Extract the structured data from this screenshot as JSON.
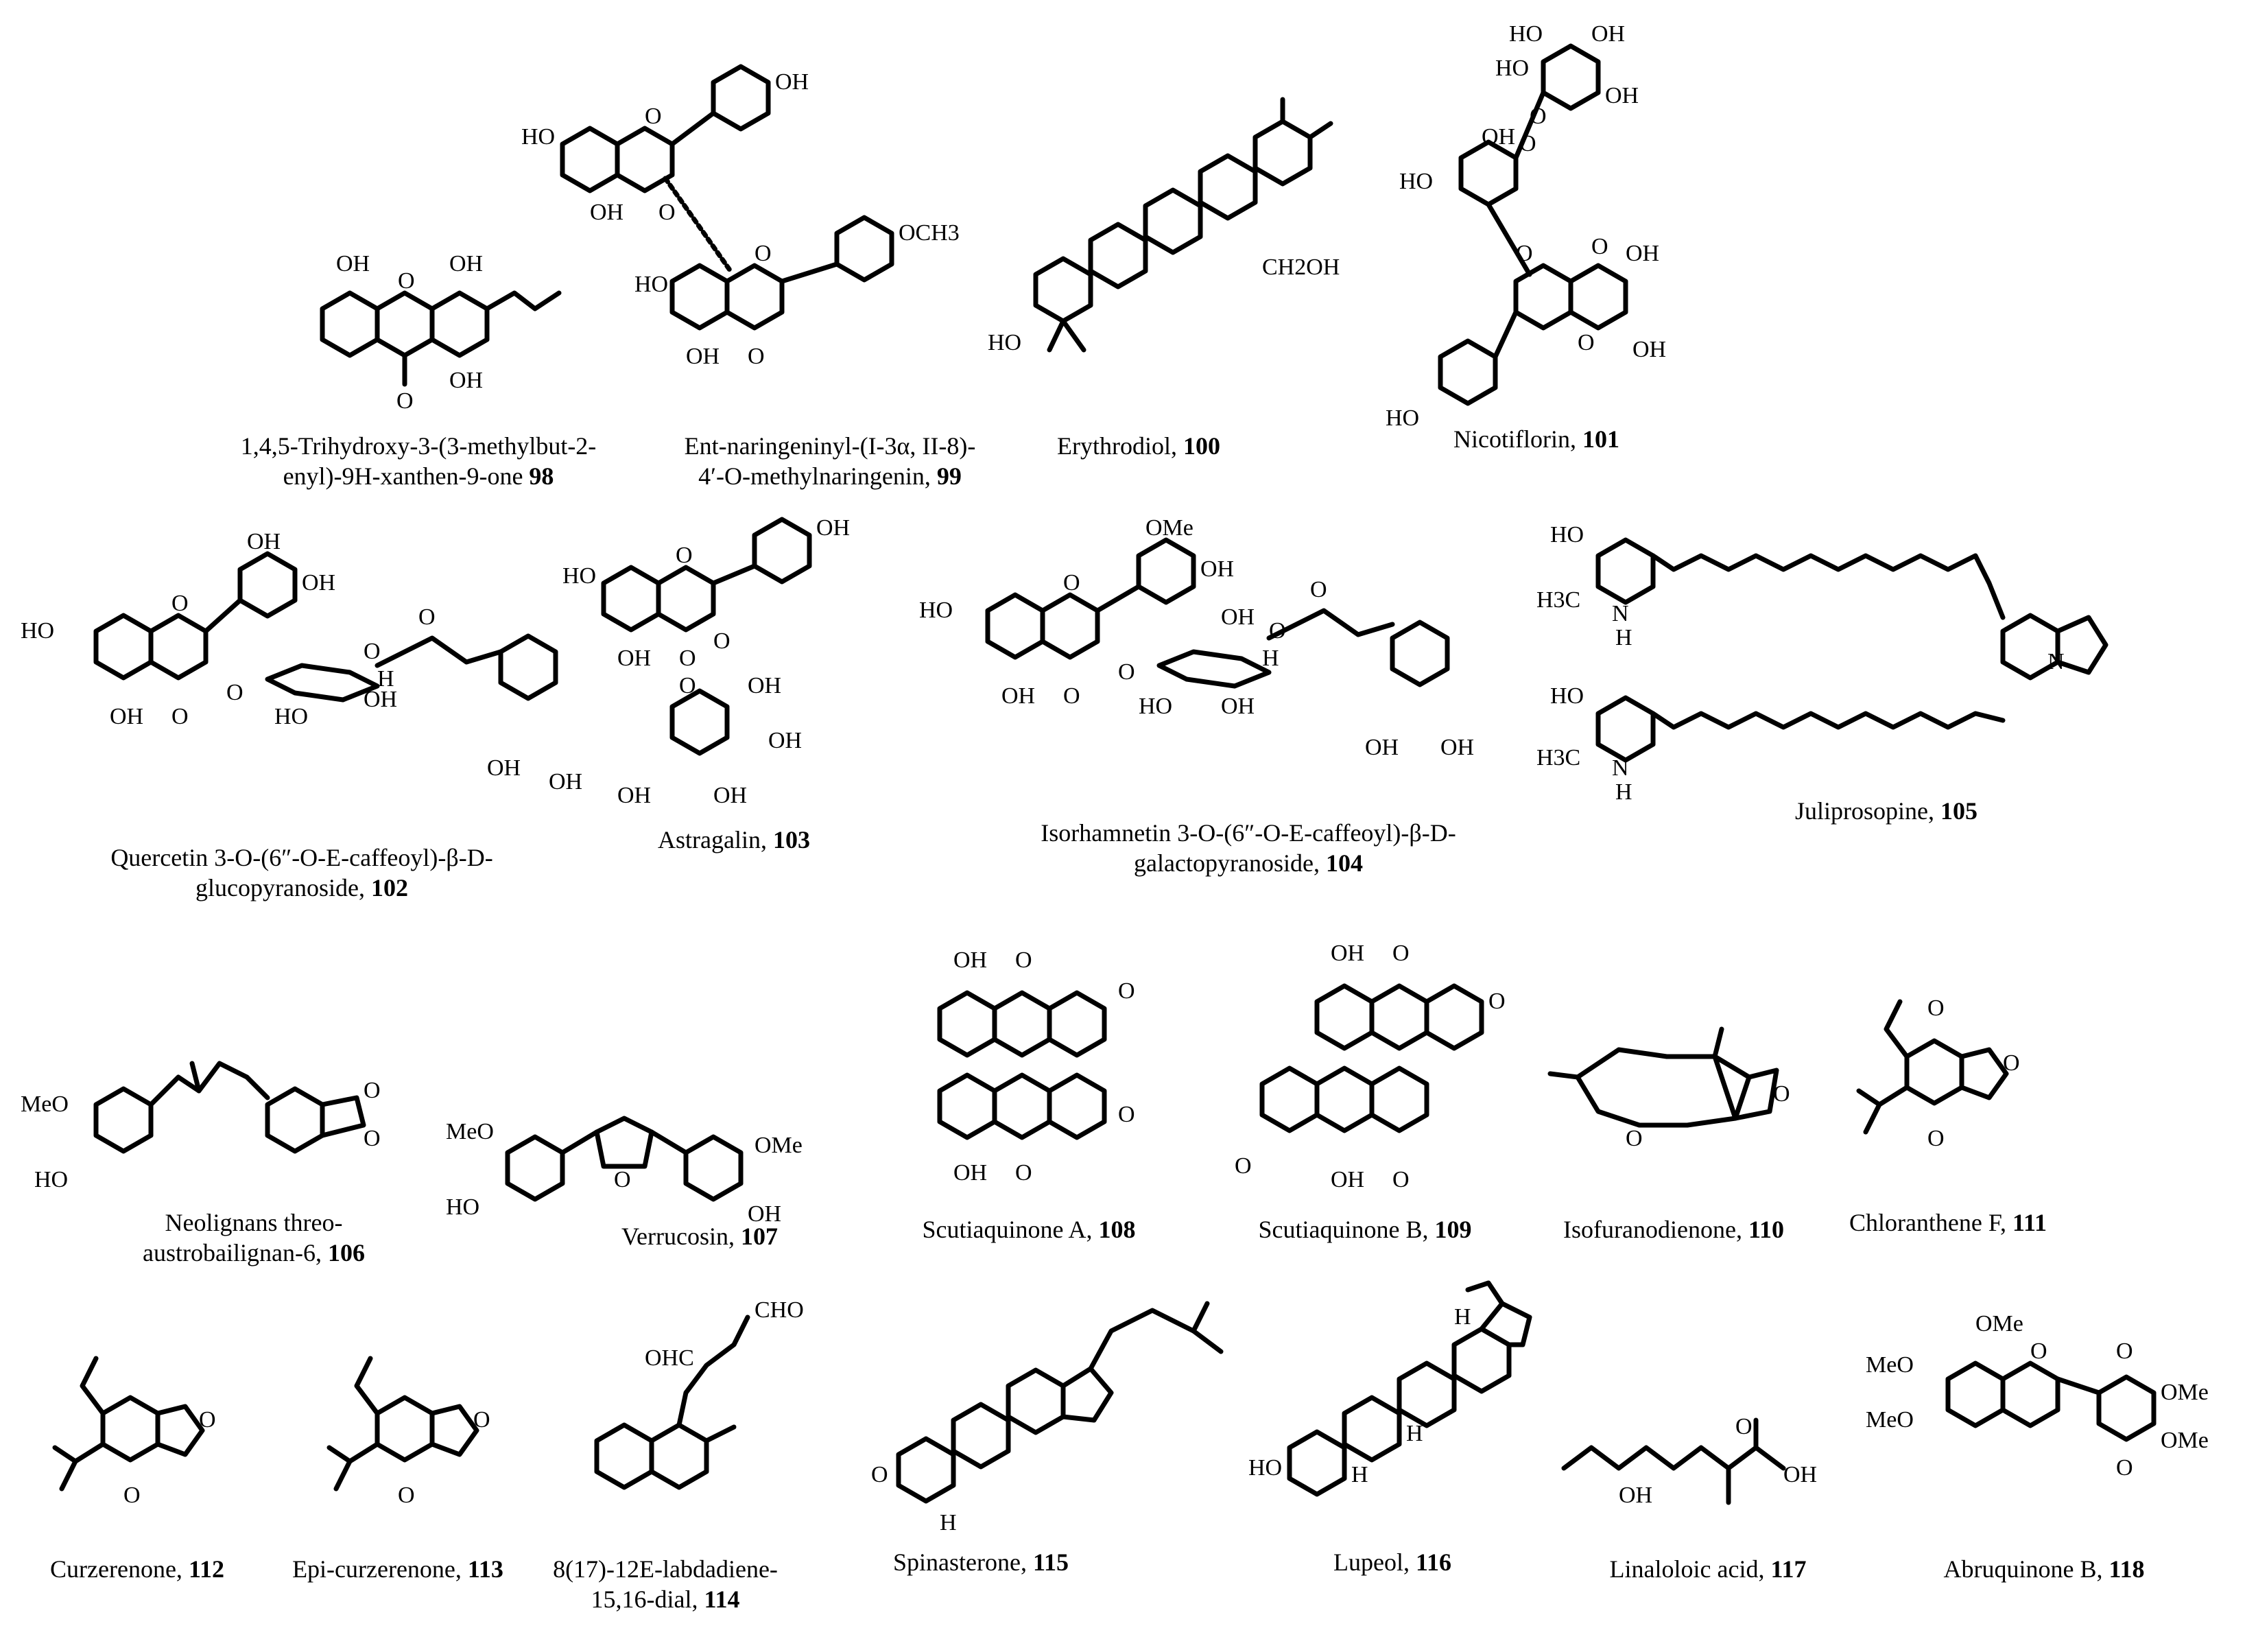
{
  "compounds": [
    {
      "line1": "1,4,5-Trihydroxy-3-(3-methylbut-2-",
      "line2": "enyl)-9H-xanthen-9-one",
      "num": "98",
      "labels": {
        "a": "OH",
        "b": "OH",
        "c": "O",
        "d": "OH",
        "e": "O"
      }
    },
    {
      "line1": "Ent-naringeninyl-(I-3α, II-8)-",
      "line2": "4′-O-methylnaringenin,",
      "num": "99",
      "labels": {
        "a": "HO",
        "b": "O",
        "c": "OH",
        "d": "OH",
        "e": "O",
        "f": "HO",
        "g": "O",
        "h": "OCH3",
        "i": "OH",
        "j": "O"
      }
    },
    {
      "line1": "Erythrodiol,",
      "line2": "",
      "num": "100",
      "labels": {
        "a": "HO",
        "b": "CH2OH"
      }
    },
    {
      "line1": "Nicotiflorin,",
      "line2": "",
      "num": "101",
      "labels": {
        "a": "HO",
        "b": "OH",
        "c": "O",
        "d": "OH",
        "e": "HO",
        "f": "OH",
        "g": "HO",
        "h": "O",
        "i": "O",
        "j": "OH",
        "k": "OH",
        "l": "O",
        "m": "HO",
        "n": "O"
      }
    },
    {
      "line1": "Quercetin 3-O-(6″-O-E-caffeoyl)-β-D-",
      "line2": "glucopyranoside,",
      "num": "102",
      "labels": {
        "a": "HO",
        "b": "OH",
        "c": "OH",
        "d": "O",
        "e": "OH",
        "f": "O",
        "g": "O",
        "h": "HO",
        "i": "OH",
        "j": "O",
        "k": "O",
        "l": "OH",
        "m": "OH",
        "n": "H"
      }
    },
    {
      "line1": "Astragalin,",
      "line2": "",
      "num": "103",
      "labels": {
        "a": "HO",
        "b": "OH",
        "c": "O",
        "d": "OH",
        "e": "O",
        "f": "O",
        "g": "O",
        "h": "OH",
        "i": "OH",
        "j": "OH",
        "k": "OH"
      }
    },
    {
      "line1": "Isorhamnetin 3-O-(6″-O-E-caffeoyl)-β-D-",
      "line2": "galactopyranoside,",
      "num": "104",
      "labels": {
        "a": "HO",
        "b": "OMe",
        "c": "OH",
        "d": "O",
        "e": "OH",
        "f": "O",
        "g": "O",
        "h": "HO",
        "i": "OH",
        "j": "OH",
        "k": "O",
        "l": "O",
        "m": "OH",
        "n": "OH",
        "o": "H"
      }
    },
    {
      "line1": "Juliprosopine,",
      "line2": "",
      "num": "105",
      "labels": {
        "a": "HO",
        "b": "H3C",
        "c": "N",
        "d": "H",
        "e": "HO",
        "f": "H3C",
        "g": "N",
        "h": "H",
        "i": "N"
      }
    },
    {
      "line1": "Neolignans threo-",
      "line2": "austrobailignan-6,",
      "num": "106",
      "labels": {
        "a": "MeO",
        "b": "HO",
        "c": "O",
        "d": "O"
      }
    },
    {
      "line1": "Verrucosin,",
      "line2": "",
      "num": "107",
      "labels": {
        "a": "MeO",
        "b": "HO",
        "c": "O",
        "d": "OMe",
        "e": "OH"
      }
    },
    {
      "line1": "Scutiaquinone A,",
      "line2": "",
      "num": "108",
      "labels": {
        "a": "OH",
        "b": "O",
        "c": "O",
        "d": "O",
        "e": "OH",
        "f": "O"
      }
    },
    {
      "line1": "Scutiaquinone B,",
      "line2": "",
      "num": "109",
      "labels": {
        "a": "OH",
        "b": "O",
        "c": "O",
        "d": "O",
        "e": "OH",
        "f": "O"
      }
    },
    {
      "line1": "Isofuranodienone,",
      "line2": "",
      "num": "110",
      "labels": {
        "a": "O",
        "b": "O"
      }
    },
    {
      "line1": "Chloranthene F,",
      "line2": "",
      "num": "111",
      "labels": {
        "a": "O",
        "b": "O",
        "c": "O"
      }
    },
    {
      "line1": "Curzerenone,",
      "line2": "",
      "num": "112",
      "labels": {
        "a": "O",
        "b": "O"
      }
    },
    {
      "line1": "Epi-curzerenone,",
      "line2": "",
      "num": "113",
      "labels": {
        "a": "O",
        "b": "O"
      }
    },
    {
      "line1": "8(17)-12E-labdadiene-",
      "line2": "15,16-dial,",
      "num": "114",
      "labels": {
        "a": "OHC",
        "b": "CHO"
      }
    },
    {
      "line1": "Spinasterone,",
      "line2": "",
      "num": "115",
      "labels": {
        "a": "O",
        "b": "H"
      }
    },
    {
      "line1": "Lupeol,",
      "line2": "",
      "num": "116",
      "labels": {
        "a": "HO",
        "b": "H",
        "c": "H",
        "d": "H"
      }
    },
    {
      "line1": "Linaloloic acid,",
      "line2": "",
      "num": "117",
      "labels": {
        "a": "OH",
        "b": "O",
        "c": "OH"
      }
    },
    {
      "line1": "Abruquinone B,",
      "line2": "",
      "num": "118",
      "labels": {
        "a": "OMe",
        "b": "MeO",
        "c": "MeO",
        "d": "O",
        "e": "O",
        "f": "OMe",
        "g": "OMe",
        "h": "O"
      }
    }
  ]
}
